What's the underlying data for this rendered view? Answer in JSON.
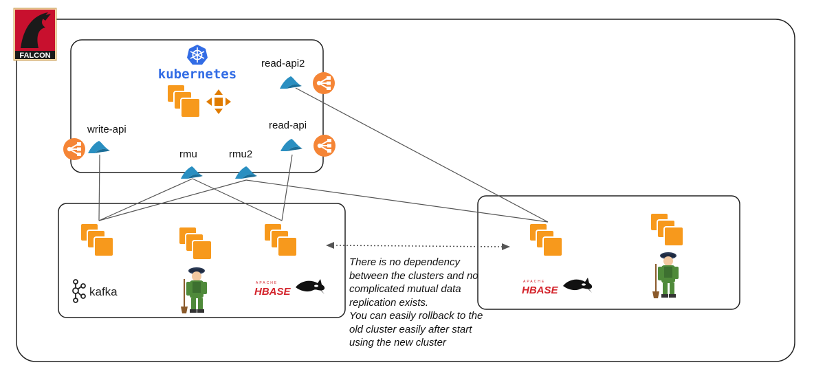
{
  "brand": {
    "logo_text": "FALCON"
  },
  "kubernetes": {
    "title": "kubernetes"
  },
  "services": {
    "write_api": "write-api",
    "read_api": "read-api",
    "read_api2": "read-api2",
    "rmu": "rmu",
    "rmu2": "rmu2"
  },
  "old_cluster": {
    "kafka": "kafka",
    "hbase": "HBASE",
    "apache": "APACHE"
  },
  "new_cluster": {
    "hbase": "HBASE",
    "apache": "APACHE"
  },
  "note": {
    "lines": [
      "There is no dependency",
      "between the clusters and no",
      "complicated mutual data",
      "replication exists.",
      "You can easily rollback to the",
      "old cluster easily after start",
      "using the new cluster"
    ]
  },
  "colors": {
    "accent_orange": "#f7991c",
    "dark_orange": "#e07b00",
    "lb_orange": "#f58536",
    "lambda_blue": "#2a8fc1",
    "k8s_blue": "#326ce5",
    "hbase_red": "#d3222a",
    "falcon_red": "#c8102e"
  },
  "icons": [
    "falcon-logo-icon",
    "kubernetes-icon",
    "lambda-icon",
    "load-balancer-icon",
    "server-stack-icon",
    "autoscaling-icon",
    "kafka-icon",
    "hbase-icon",
    "zookeeper-icon"
  ]
}
